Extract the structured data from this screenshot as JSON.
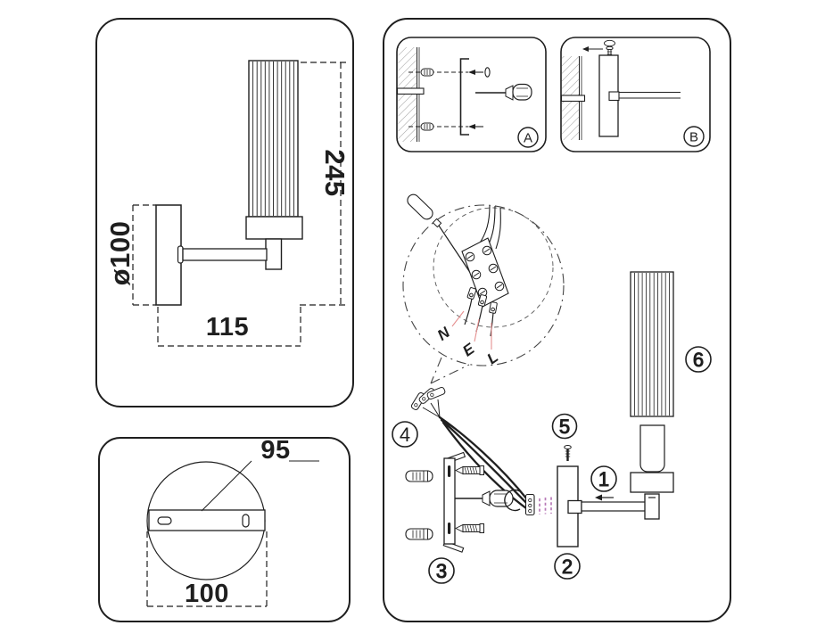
{
  "dimensions": {
    "side_view": {
      "height": "245",
      "plate_diameter": "ø100",
      "depth": "115"
    },
    "back_plate": {
      "hole_spacing": "95",
      "width": "100"
    }
  },
  "steps": {
    "a": "A",
    "b": "B"
  },
  "parts": {
    "arm": "1",
    "wall_plate": "2",
    "mounting_bracket": "3",
    "wire_harness": "4",
    "screw": "5",
    "shade_assembly": "6"
  },
  "wires": {
    "neutral": "N",
    "earth": "E",
    "live": "L"
  },
  "colors": {
    "line": "#1f1f1f",
    "hatch": "#999999",
    "leader": "#e59090",
    "connector_pins": "#b87ab8",
    "background": "#ffffff"
  }
}
